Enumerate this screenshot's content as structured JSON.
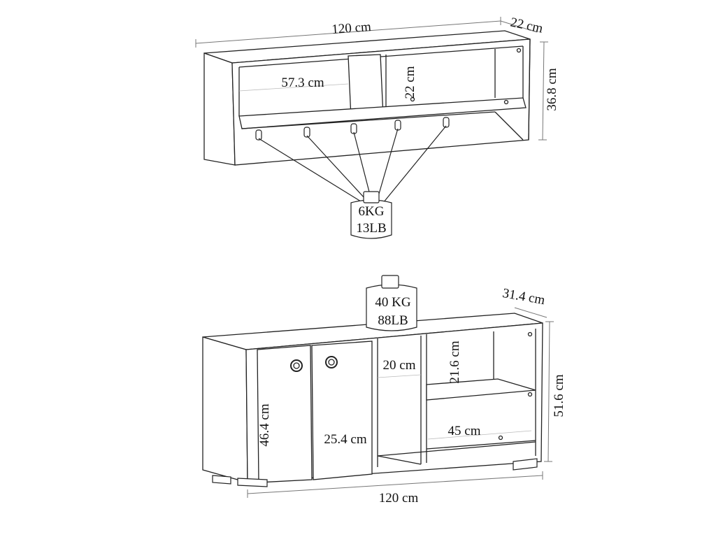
{
  "wall_shelf": {
    "dimensions": {
      "width": "120 cm",
      "depth": "22 cm",
      "height": "36.8 cm",
      "compartment_width": "57.3 cm",
      "compartment_height": "22 cm"
    },
    "hook_count": 5,
    "load": {
      "kg": "6KG",
      "lb": "13LB"
    }
  },
  "cabinet": {
    "dimensions": {
      "width": "120 cm",
      "depth": "31.4 cm",
      "height": "51.6 cm",
      "door_height": "46.4 cm",
      "door_width": "25.4 cm",
      "open_section_width": "20 cm",
      "shelf_height": "21.6 cm",
      "shelf_width": "45 cm"
    },
    "load": {
      "kg": "40 KG",
      "lb": "88LB"
    }
  },
  "colors": {
    "line": "#222222",
    "dimension_line": "#777777",
    "background": "#ffffff"
  }
}
